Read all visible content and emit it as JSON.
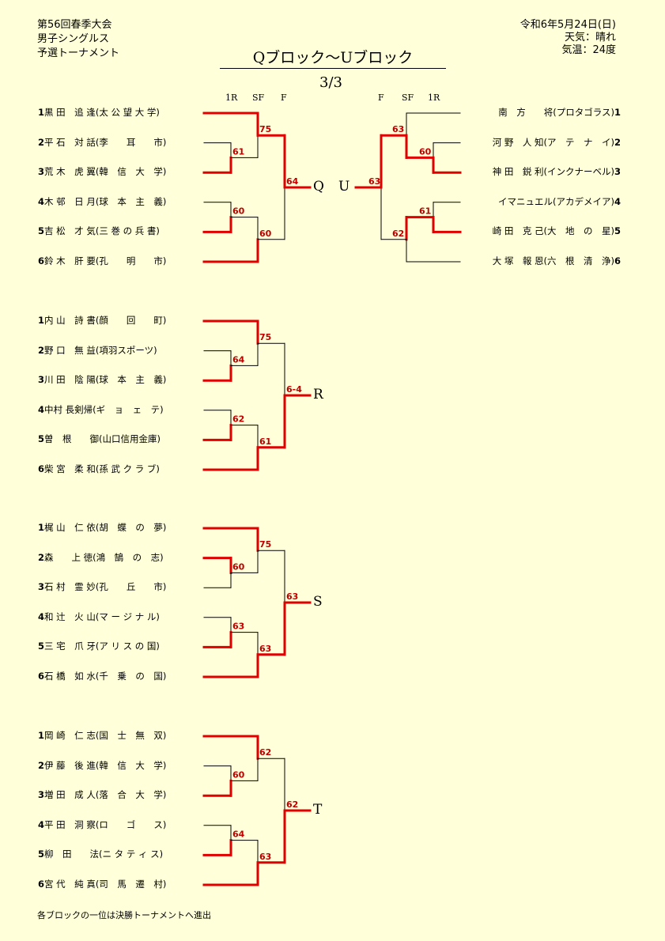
{
  "header": {
    "tournament_line1": "第56回春季大会",
    "tournament_line2": "男子シングルス",
    "tournament_line3": "予選トーナメント",
    "title": "Qブロック〜Uブロック",
    "page": "3/3",
    "date": "令和6年5月24日(日)",
    "weather": "天気：晴れ",
    "temperature": "気温：24度"
  },
  "round_labels": {
    "r1": "1R",
    "sf": "SF",
    "f": "F"
  },
  "blocks": {
    "Q": {
      "letter": "Q",
      "players": [
        {
          "num": "1",
          "name": "黒 田　追 逢",
          "aff": "(太 公 望 大 学)"
        },
        {
          "num": "2",
          "name": "平 石　対 話",
          "aff": "(李　　耳　　市)"
        },
        {
          "num": "3",
          "name": "荒 木　虎 翼",
          "aff": "(韓　信　大　学)"
        },
        {
          "num": "4",
          "name": "木 邨　日 月",
          "aff": "(球　本　主　義)"
        },
        {
          "num": "5",
          "name": "吉 松　才 気",
          "aff": "(三 巻 の 兵 書)"
        },
        {
          "num": "6",
          "name": "鈴 木　肝 要",
          "aff": "(孔　　明　　市)"
        }
      ],
      "scores": {
        "r1_top": "61",
        "r1_bot": "60",
        "sf_top": "75",
        "sf_bot": "60",
        "final": "64"
      }
    },
    "U": {
      "letter": "U",
      "players": [
        {
          "num": "1",
          "name": "南　方　　将",
          "aff": "(プロタゴラス)"
        },
        {
          "num": "2",
          "name": "河 野　人 知",
          "aff": "(ア　テ　ナ　イ)"
        },
        {
          "num": "3",
          "name": "神 田　鋭 利",
          "aff": "(インクナーベル)"
        },
        {
          "num": "4",
          "name": "イマニュエル",
          "aff": "(アカデメイア)"
        },
        {
          "num": "5",
          "name": "崎 田　克 己",
          "aff": "(大　地　の　星)"
        },
        {
          "num": "6",
          "name": "大 塚　報 恩",
          "aff": "(六　根　清　浄)"
        }
      ],
      "scores": {
        "r1_top": "60",
        "r1_bot": "61",
        "sf_top": "63",
        "sf_bot": "62",
        "final": "63"
      }
    },
    "R": {
      "letter": "R",
      "players": [
        {
          "num": "1",
          "name": "内 山　詩 書",
          "aff": "(顔　　回　　町)"
        },
        {
          "num": "2",
          "name": "野 口　無 益",
          "aff": "(項羽スポーツ)"
        },
        {
          "num": "3",
          "name": "川 田　陰 陽",
          "aff": "(球　本　主　義)"
        },
        {
          "num": "4",
          "name": "中村 長剣帰",
          "aff": "(ギ　ョ　ェ　テ)"
        },
        {
          "num": "5",
          "name": "曽　根　　御",
          "aff": "(山口信用金庫)"
        },
        {
          "num": "6",
          "name": "柴 宮　柔 和",
          "aff": "(孫 武 ク ラ ブ)"
        }
      ],
      "scores": {
        "r1_top": "64",
        "r1_bot": "62",
        "sf_top": "75",
        "sf_bot": "61",
        "final": "6-4"
      }
    },
    "S": {
      "letter": "S",
      "players": [
        {
          "num": "1",
          "name": "梶 山　仁 依",
          "aff": "(胡　蝶　の　夢)"
        },
        {
          "num": "2",
          "name": "森　　上 徳",
          "aff": "(鴻　鵠　の　志)"
        },
        {
          "num": "3",
          "name": "石 村　霊 妙",
          "aff": "(孔　　丘　　市)"
        },
        {
          "num": "4",
          "name": "和 辻　火 山",
          "aff": "(マ ー ジ ナ ル)"
        },
        {
          "num": "5",
          "name": "三 宅　爪 牙",
          "aff": "(ア リ ス の 国)"
        },
        {
          "num": "6",
          "name": "石 橋　如 水",
          "aff": "(千　乗　の　国)"
        }
      ],
      "scores": {
        "r1_top": "60",
        "r1_bot": "63",
        "sf_top": "75",
        "sf_bot": "63",
        "final": "63"
      }
    },
    "T": {
      "letter": "T",
      "players": [
        {
          "num": "1",
          "name": "岡 崎　仁 志",
          "aff": "(国　士　無　双)"
        },
        {
          "num": "2",
          "name": "伊 藤　後 進",
          "aff": "(韓　信　大　学)"
        },
        {
          "num": "3",
          "name": "増 田　成 人",
          "aff": "(落　合　大　学)"
        },
        {
          "num": "4",
          "name": "平 田　洞 察",
          "aff": "(ロ　　ゴ　　ス)"
        },
        {
          "num": "5",
          "name": "柳　田　　法",
          "aff": "(ニ タ テ ィ ス)"
        },
        {
          "num": "6",
          "name": "宮 代　純 真",
          "aff": "(司　馬　遷　村)"
        }
      ],
      "scores": {
        "r1_top": "60",
        "r1_bot": "64",
        "sf_top": "62",
        "sf_bot": "63",
        "final": "62"
      }
    }
  },
  "footer": "各ブロックの一位は決勝トーナメントへ進出",
  "colors": {
    "win_line": "#e00000",
    "lose_line": "#000000",
    "score": "#c00000",
    "background": "#ffffd9"
  }
}
